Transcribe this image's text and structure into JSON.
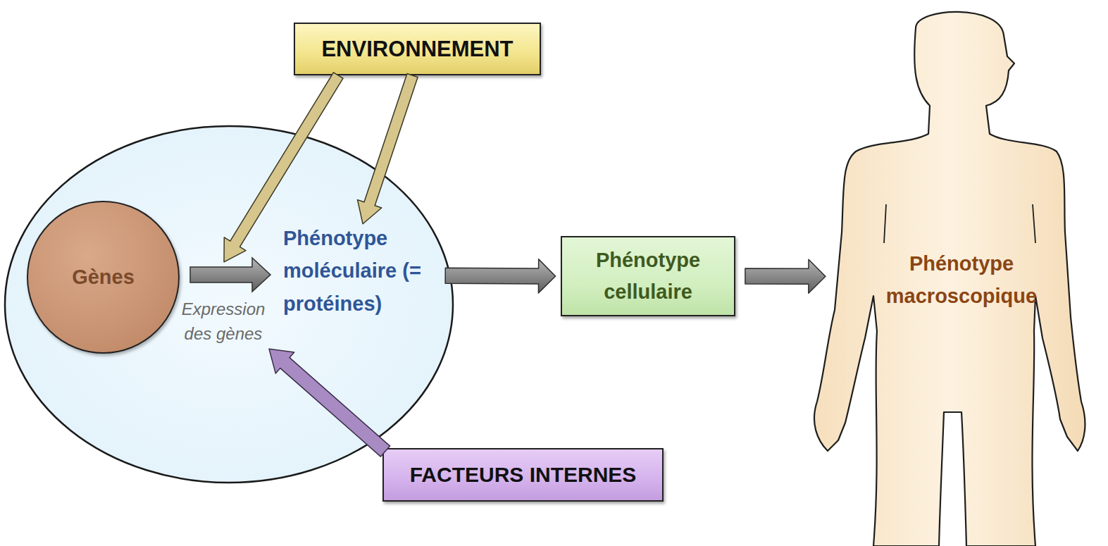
{
  "diagram": {
    "nodes": [
      {
        "text": [
          "ENVIRONNEMENT"
        ]
      },
      {
        "text": [
          "Phénotype moléculaire (= protéines)"
        ]
      },
      {
        "text": [
          "Gènes"
        ],
        "in": 1
      },
      {
        "text": [
          "Phénotype cellulaire"
        ]
      },
      {
        "text": [
          "Phénotype macroscopique"
        ]
      },
      {
        "text": [
          "FACTEURS INTERNES"
        ]
      }
    ],
    "edges": [
      {
        "from": 0,
        "to": 1,
        "arrow": "to"
      },
      {
        "from": 0,
        "to": 1,
        "arrow": "to"
      },
      {
        "from": 5,
        "to": 1,
        "arrow": "to"
      },
      {
        "from": 1,
        "to": 3,
        "arrow": "to"
      },
      {
        "from": 3,
        "to": 4,
        "arrow": "to"
      }
    ],
    "labels": [
      "Expression des gènes"
    ]
  }
}
